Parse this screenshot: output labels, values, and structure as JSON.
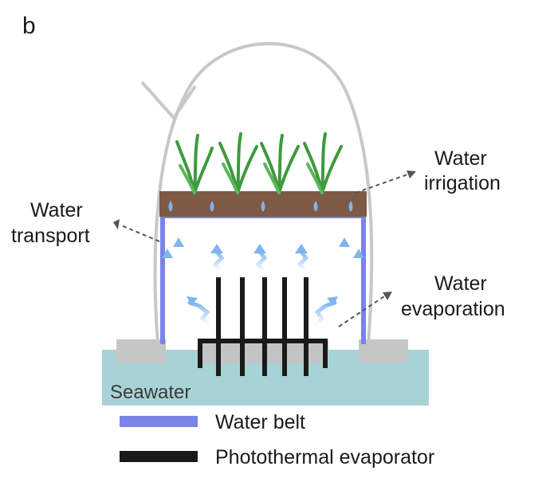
{
  "panel_label": "b",
  "labels": {
    "water_irrigation": [
      "Water",
      "irrigation"
    ],
    "water_transport": [
      "Water",
      "transport"
    ],
    "water_evaporation": [
      "Water",
      "evaporation"
    ],
    "seawater": "Seawater"
  },
  "legend": [
    {
      "label": "Water belt",
      "color": "#7b82e8"
    },
    {
      "label": "Photothermal evaporator",
      "color": "#1a1a1a"
    }
  ],
  "colors": {
    "seawater": "#a7d3d6",
    "soil": "#7c5a45",
    "plant": "#3d9a3d",
    "water_belt": "#7b82e8",
    "vapor": "#7fb4f0",
    "dome": "#c8c8c8",
    "support": "#c6c6c6",
    "evaporator": "#1a1a1a"
  }
}
